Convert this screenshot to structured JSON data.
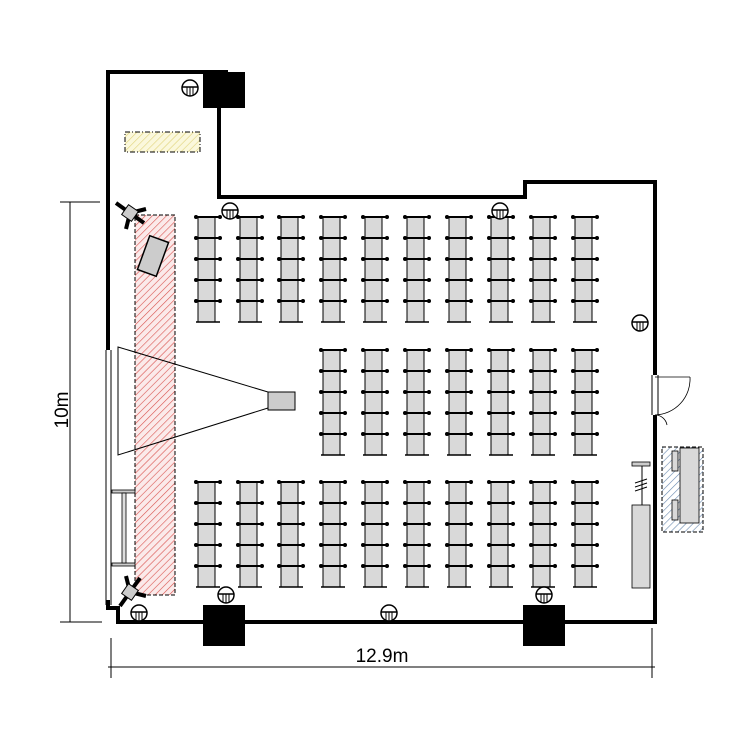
{
  "dimensions": {
    "height_label": "10m",
    "width_label": "12.9m"
  },
  "seating": {
    "upper_block": {
      "columns": 10,
      "rows": 5
    },
    "middle_block": {
      "columns": 7,
      "rows": 5
    },
    "lower_block": {
      "columns": 10,
      "rows": 5
    }
  },
  "colors": {
    "wall": "#000000",
    "seat": "#d9d9d9",
    "stage_zone": "#d9534f",
    "storage_zone": "#e8e08a",
    "reception_zone": "#6a8ab0"
  }
}
